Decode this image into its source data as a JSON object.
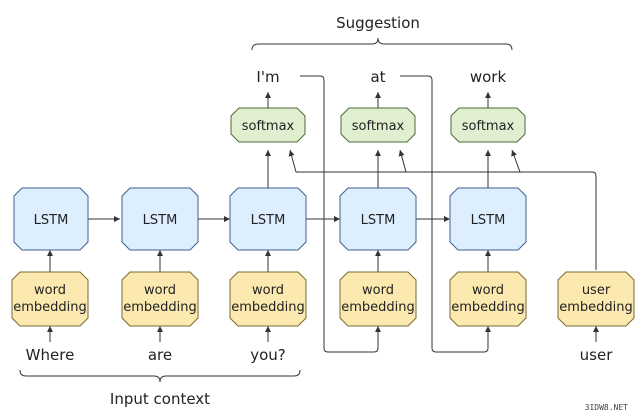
{
  "title": "Suggestion",
  "caption": "Input context",
  "watermark": "3IDW8.NET",
  "colors": {
    "lstm_fill": "#ddeeff",
    "lstm_stroke": "#3f5f8f",
    "embed_fill": "#fbe9b0",
    "embed_stroke": "#7a6a30",
    "softmax_fill": "#e0efcf",
    "softmax_stroke": "#4f6a3a"
  },
  "lstm_label": "LSTM",
  "softmax_label": "softmax",
  "word_embedding_line1": "word",
  "word_embedding_line2": "embedding",
  "user_embedding_line1": "user",
  "user_embedding_line2": "embedding",
  "inputs": [
    "Where",
    "are",
    "you?"
  ],
  "user_input": "user",
  "outputs": [
    "I'm",
    "at",
    "work"
  ]
}
